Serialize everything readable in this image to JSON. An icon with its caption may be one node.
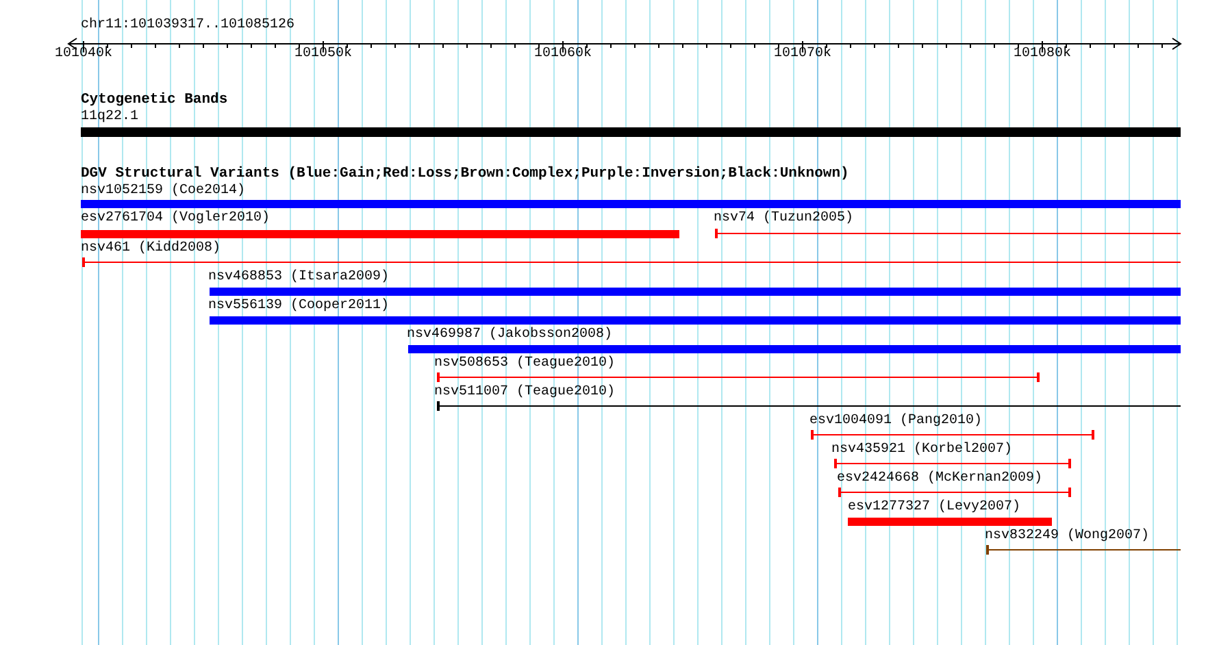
{
  "diagram": {
    "nodes": [
      {
        "text": [
          "11q22.1"
        ]
      },
      {
        "text": [
          "nsv1052159 (Coe2014)"
        ]
      },
      {
        "text": [
          "esv2761704 (Vogler2010)"
        ]
      },
      {
        "text": [
          "nsv74 (Tuzun2005)"
        ]
      },
      {
        "text": [
          "nsv461 (Kidd2008)"
        ]
      },
      {
        "text": [
          "nsv468853 (Itsara2009)"
        ]
      },
      {
        "text": [
          "nsv556139 (Cooper2011)"
        ]
      },
      {
        "text": [
          "nsv469987 (Jakobsson2008)"
        ]
      },
      {
        "text": [
          "nsv508653 (Teague2010)"
        ]
      },
      {
        "text": [
          "nsv511007 (Teague2010)"
        ]
      },
      {
        "text": [
          "esv1004091 (Pang2010)"
        ]
      },
      {
        "text": [
          "nsv435921 (Korbel2007)"
        ]
      },
      {
        "text": [
          "esv2424668 (McKernan2009)"
        ]
      },
      {
        "text": [
          "esv1277327 (Levy2007)"
        ]
      },
      {
        "text": [
          "nsv832249 (Wong2007)"
        ]
      }
    ],
    "labels": [
      "chr11:101039317..101085126",
      "101040k",
      "101050k",
      "101060k",
      "101070k",
      "101080k",
      "Cytogenetic Bands",
      "DGV Structural Variants (Blue:Gain;Red:Loss;Brown:Complex;Purple:Inversion;Black:Unknown)"
    ]
  }
}
